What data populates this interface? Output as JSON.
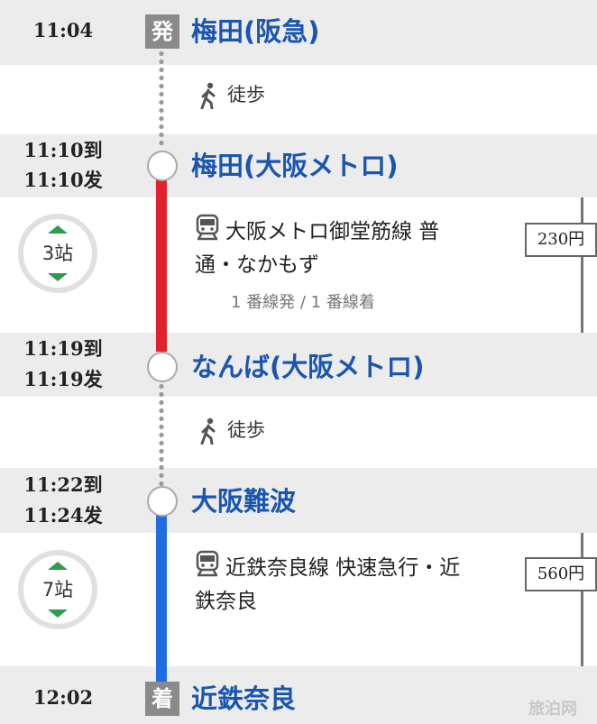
{
  "departure": {
    "time": "11:04",
    "badge": "発",
    "station": "梅田(阪急)"
  },
  "walk_1": {
    "label": "徒歩",
    "icon": "walking-person-icon"
  },
  "stop_1": {
    "arrive": "11:10到",
    "depart": "11:10发",
    "station": "梅田(大阪メトロ)"
  },
  "leg_1": {
    "stops": "3站",
    "line_color": "#e3202c",
    "route_line1": "大阪メトロ御堂筋線 普",
    "route_line2": "通・なかもず",
    "platform": "1 番線発 / 1 番線着",
    "fare": "230円"
  },
  "stop_2": {
    "arrive": "11:19到",
    "depart": "11:19发",
    "station": "なんば(大阪メトロ)"
  },
  "walk_2": {
    "label": "徒歩",
    "icon": "walking-person-icon"
  },
  "stop_3": {
    "arrive": "11:22到",
    "depart": "11:24发",
    "station": "大阪難波"
  },
  "leg_2": {
    "stops": "7站",
    "line_color": "#1f6de0",
    "route_line1": "近鉄奈良線 快速急行・近",
    "route_line2": "鉄奈良",
    "fare": "560円"
  },
  "arrival": {
    "time": "12:02",
    "badge": "着",
    "station": "近鉄奈良"
  },
  "watermark": "旅泊网"
}
